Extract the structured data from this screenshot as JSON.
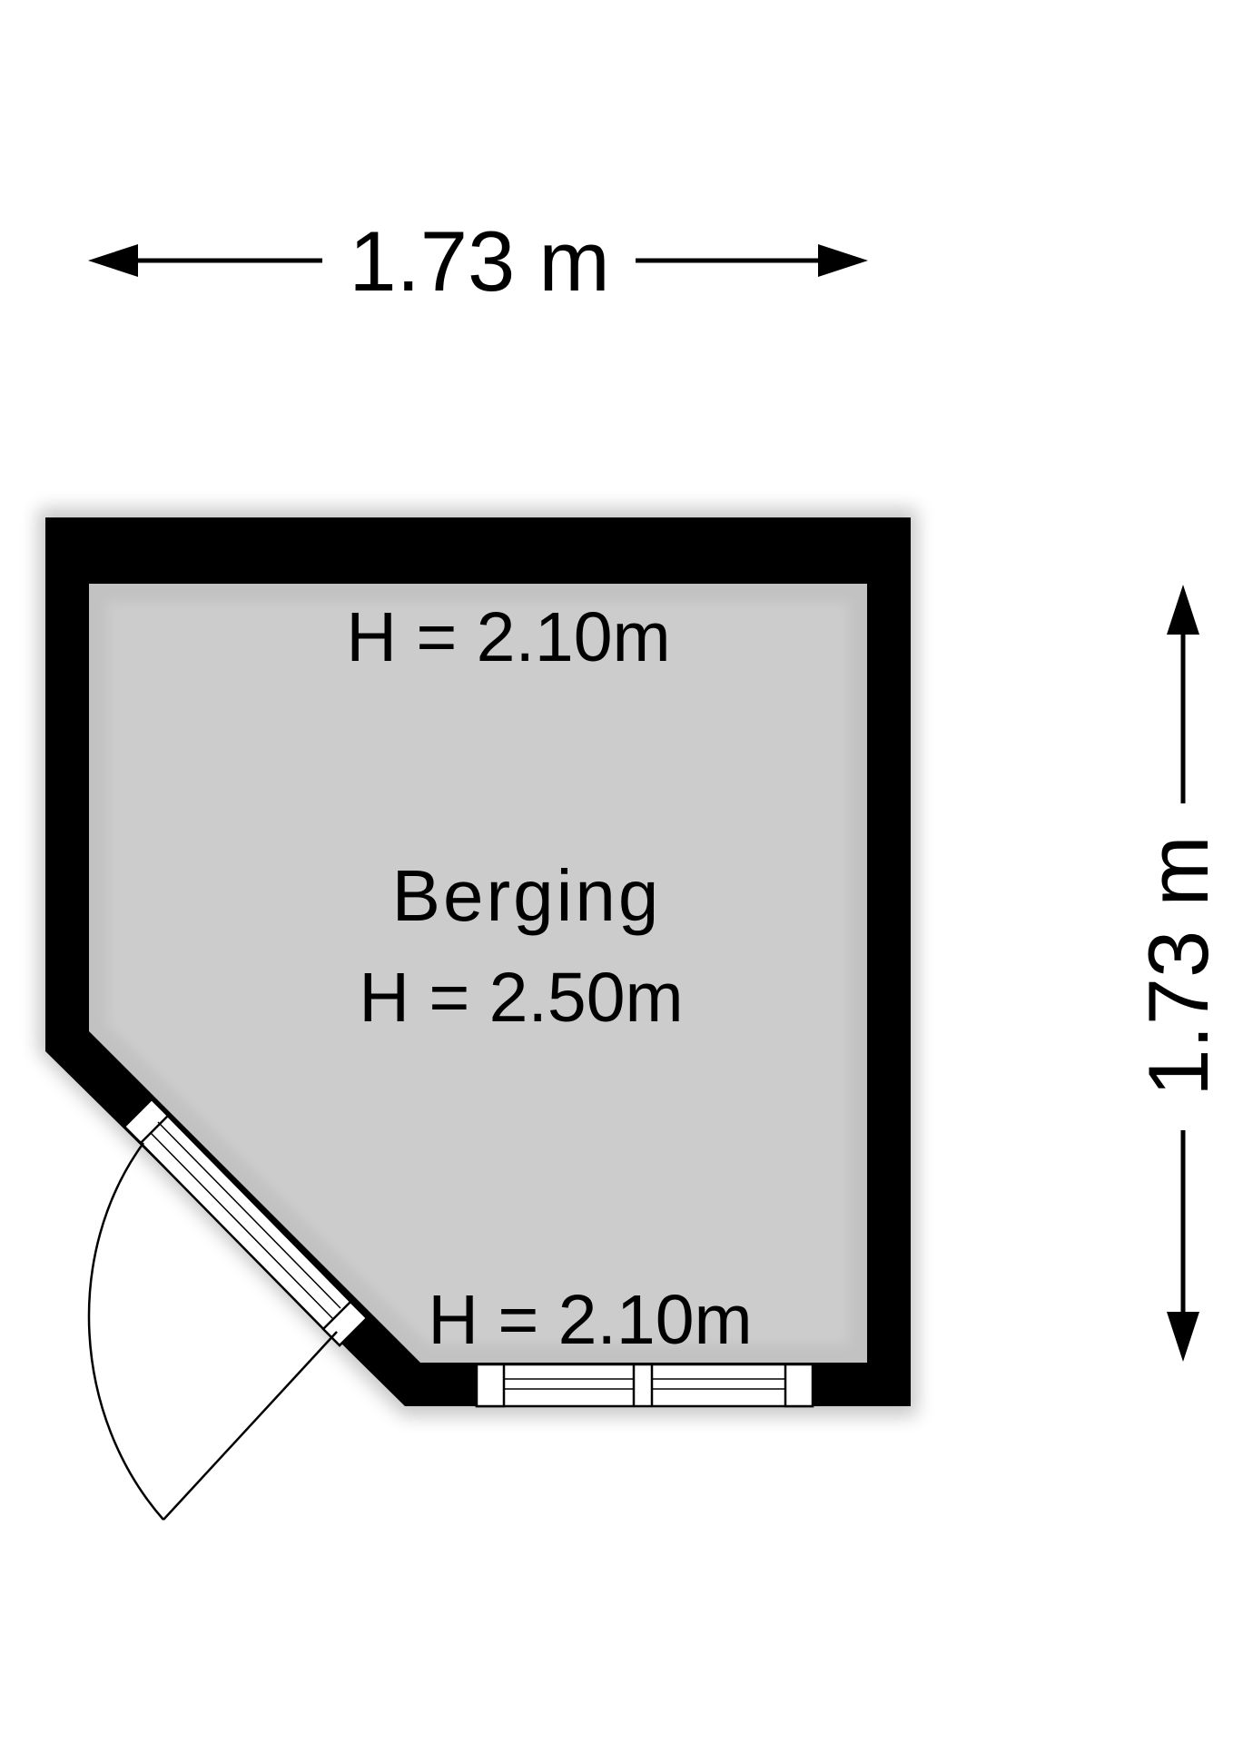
{
  "dimensions": {
    "width_label": "1.73 m",
    "depth_label": "1.73 m"
  },
  "room": {
    "name": "Berging",
    "height_main": "H = 2.50m",
    "height_top": "H = 2.10m",
    "height_bottom": "H = 2.10m"
  },
  "colors": {
    "wall": "#000000",
    "floor": "#cccccc",
    "background": "#ffffff"
  }
}
